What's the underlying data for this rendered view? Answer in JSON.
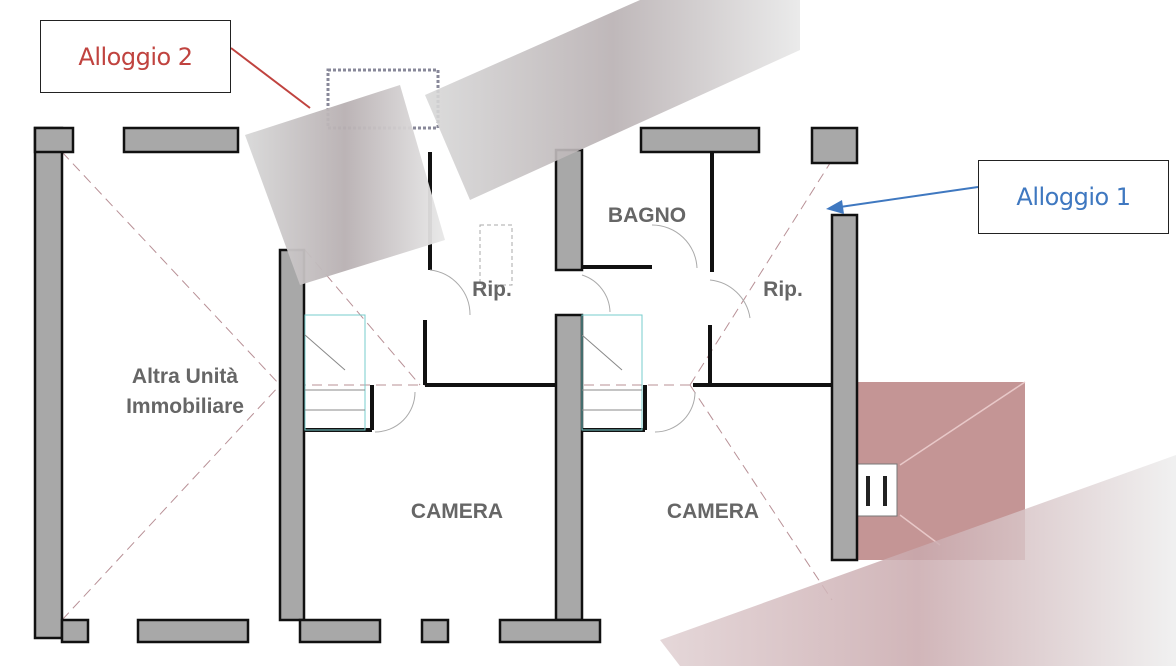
{
  "callouts": {
    "unit2": {
      "label": "Alloggio 2",
      "color": "#c0433f"
    },
    "unit1": {
      "label": "Alloggio 1",
      "color": "#3f78c0"
    }
  },
  "rooms": {
    "other_unit_line1": "Altra Unità",
    "other_unit_line2": "Immobiliare",
    "rip_left": "Rip.",
    "bagno": "BAGNO",
    "rip_right": "Rip.",
    "camera_left": "CAMERA",
    "camera_right": "CAMERA"
  },
  "colors": {
    "wall": "#a8a8a8",
    "roof": "#c49595"
  }
}
